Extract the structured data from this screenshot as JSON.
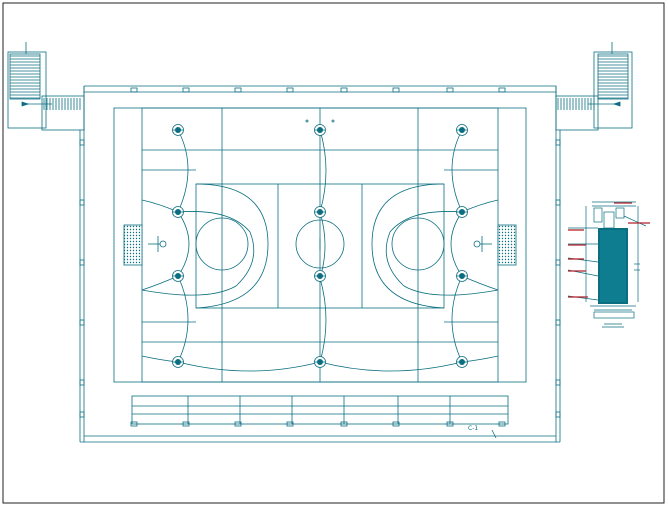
{
  "drawing": {
    "sheet_label": "C-1",
    "line_color": "#0a6e80",
    "accent_color": "#b2222a",
    "border_color": "#222222",
    "background": "#ffffff"
  },
  "plan": {
    "title": "",
    "light_fixture_count": 12,
    "basket_count": 2,
    "stair_count": 2
  },
  "detail": {
    "title": "",
    "labels": []
  }
}
